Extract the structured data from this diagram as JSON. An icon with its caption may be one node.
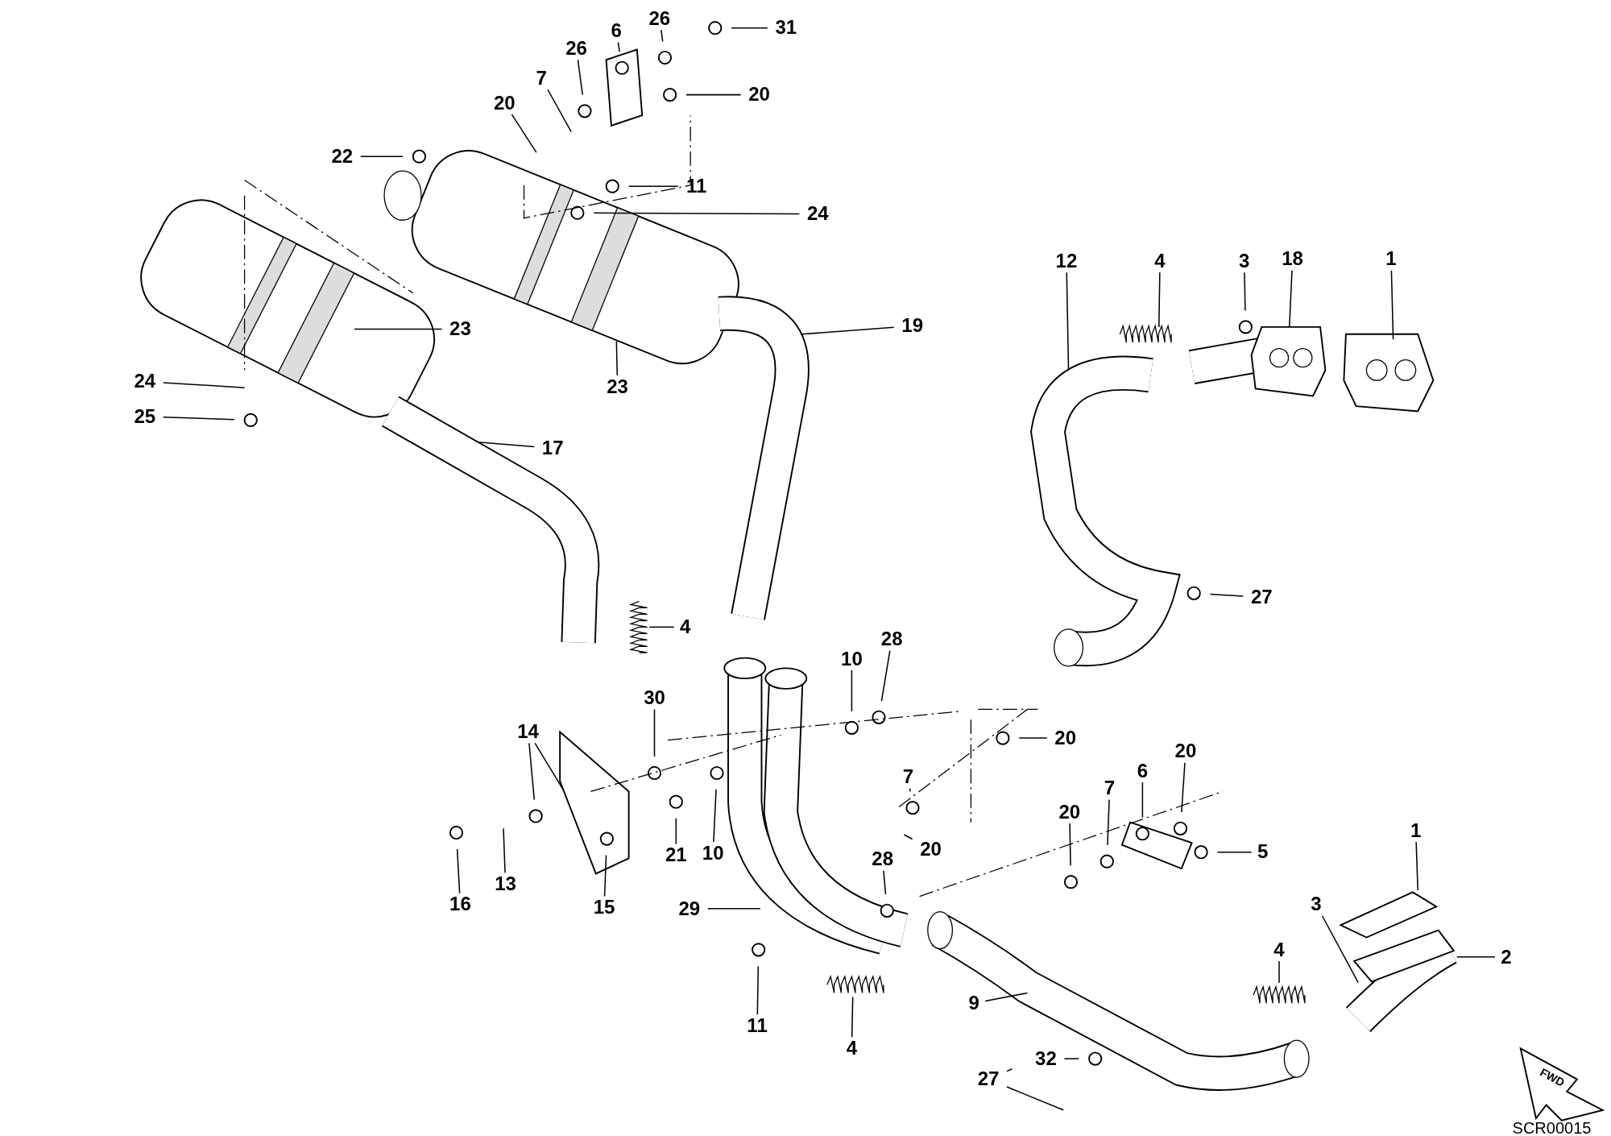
{
  "diagram": {
    "nodes": [
      {
        "text": [
          "31"
        ]
      },
      {
        "text": [
          "26"
        ]
      },
      {
        "text": [
          "6"
        ]
      },
      {
        "text": [
          "26"
        ]
      },
      {
        "text": [
          "7"
        ]
      },
      {
        "text": [
          "20"
        ]
      },
      {
        "text": [
          "20"
        ]
      },
      {
        "text": [
          "22"
        ]
      },
      {
        "text": [
          "11"
        ]
      },
      {
        "text": [
          "24"
        ]
      },
      {
        "text": [
          "23"
        ]
      },
      {
        "text": [
          "24"
        ]
      },
      {
        "text": [
          "25"
        ]
      },
      {
        "text": [
          "23"
        ]
      },
      {
        "text": [
          "19"
        ]
      },
      {
        "text": [
          "17"
        ]
      },
      {
        "text": [
          "4"
        ]
      },
      {
        "text": [
          "12"
        ]
      },
      {
        "text": [
          "4"
        ]
      },
      {
        "text": [
          "3"
        ]
      },
      {
        "text": [
          "18"
        ]
      },
      {
        "text": [
          "1"
        ]
      },
      {
        "text": [
          "27"
        ]
      },
      {
        "text": [
          "10"
        ]
      },
      {
        "text": [
          "28"
        ]
      },
      {
        "text": [
          "30"
        ]
      },
      {
        "text": [
          "14"
        ]
      },
      {
        "text": [
          "20"
        ]
      },
      {
        "text": [
          "7"
        ]
      },
      {
        "text": [
          "6"
        ]
      },
      {
        "text": [
          "20"
        ]
      },
      {
        "text": [
          "20"
        ]
      },
      {
        "text": [
          "7"
        ]
      },
      {
        "text": [
          "21"
        ]
      },
      {
        "text": [
          "10"
        ]
      },
      {
        "text": [
          "20"
        ]
      },
      {
        "text": [
          "5"
        ]
      },
      {
        "text": [
          "16"
        ]
      },
      {
        "text": [
          "13"
        ]
      },
      {
        "text": [
          "15"
        ]
      },
      {
        "text": [
          "28"
        ]
      },
      {
        "text": [
          "29"
        ]
      },
      {
        "text": [
          "1"
        ]
      },
      {
        "text": [
          "3"
        ]
      },
      {
        "text": [
          "2"
        ]
      },
      {
        "text": [
          "11"
        ]
      },
      {
        "text": [
          "4"
        ]
      },
      {
        "text": [
          "4"
        ]
      },
      {
        "text": [
          "9"
        ]
      },
      {
        "text": [
          "32"
        ]
      },
      {
        "text": [
          "27"
        ]
      }
    ],
    "edges": [
      {
        "from": 0,
        "to": null,
        "arrow": "none"
      },
      {
        "from": 1,
        "to": null,
        "arrow": "none"
      },
      {
        "from": 2,
        "to": null,
        "arrow": "none"
      },
      {
        "from": 3,
        "to": null,
        "arrow": "none"
      },
      {
        "from": 4,
        "to": null,
        "arrow": "none"
      },
      {
        "from": 5,
        "to": null,
        "arrow": "none"
      },
      {
        "from": 6,
        "to": null,
        "arrow": "none"
      },
      {
        "from": 7,
        "to": null,
        "arrow": "none"
      },
      {
        "from": 8,
        "to": null,
        "arrow": "none"
      },
      {
        "from": 9,
        "to": null,
        "arrow": "none"
      },
      {
        "from": 10,
        "to": null,
        "arrow": "none"
      },
      {
        "from": 11,
        "to": null,
        "arrow": "none"
      },
      {
        "from": 12,
        "to": null,
        "arrow": "none"
      },
      {
        "from": 13,
        "to": null,
        "arrow": "none"
      },
      {
        "from": 14,
        "to": null,
        "arrow": "none"
      },
      {
        "from": 15,
        "to": null,
        "arrow": "none"
      },
      {
        "from": 16,
        "to": null,
        "arrow": "none"
      },
      {
        "from": 17,
        "to": null,
        "arrow": "none"
      },
      {
        "from": 18,
        "to": null,
        "arrow": "none"
      },
      {
        "from": 19,
        "to": null,
        "arrow": "none"
      },
      {
        "from": 20,
        "to": null,
        "arrow": "none"
      },
      {
        "from": 21,
        "to": null,
        "arrow": "none"
      },
      {
        "from": 22,
        "to": null,
        "arrow": "none"
      },
      {
        "from": 23,
        "to": null,
        "arrow": "none"
      },
      {
        "from": 24,
        "to": null,
        "arrow": "none"
      },
      {
        "from": 25,
        "to": null,
        "arrow": "none"
      },
      {
        "from": 26,
        "to": null,
        "arrow": "none"
      },
      {
        "from": 26,
        "to": null,
        "arrow": "none"
      },
      {
        "from": 27,
        "to": null,
        "arrow": "none"
      },
      {
        "from": 28,
        "to": null,
        "arrow": "none"
      },
      {
        "from": 29,
        "to": null,
        "arrow": "none"
      },
      {
        "from": 30,
        "to": null,
        "arrow": "none"
      },
      {
        "from": 31,
        "to": null,
        "arrow": "none"
      },
      {
        "from": 32,
        "to": null,
        "arrow": "none"
      },
      {
        "from": 33,
        "to": null,
        "arrow": "none"
      },
      {
        "from": 34,
        "to": null,
        "arrow": "none"
      },
      {
        "from": 35,
        "to": null,
        "arrow": "none"
      },
      {
        "from": 36,
        "to": null,
        "arrow": "none"
      },
      {
        "from": 37,
        "to": null,
        "arrow": "none"
      },
      {
        "from": 38,
        "to": null,
        "arrow": "none"
      },
      {
        "from": 39,
        "to": null,
        "arrow": "none"
      },
      {
        "from": 40,
        "to": null,
        "arrow": "none"
      },
      {
        "from": 41,
        "to": null,
        "arrow": "none"
      },
      {
        "from": 42,
        "to": null,
        "arrow": "none"
      },
      {
        "from": 43,
        "to": null,
        "arrow": "none"
      },
      {
        "from": 44,
        "to": null,
        "arrow": "none"
      },
      {
        "from": 45,
        "to": null,
        "arrow": "none"
      },
      {
        "from": 46,
        "to": null,
        "arrow": "none"
      },
      {
        "from": 47,
        "to": null,
        "arrow": "none"
      },
      {
        "from": 48,
        "to": null,
        "arrow": "none"
      },
      {
        "from": 49,
        "to": null,
        "arrow": "none"
      },
      {
        "from": 50,
        "to": null,
        "arrow": "none"
      },
      {
        "from": 50,
        "to": null,
        "arrow": "none"
      }
    ],
    "labels": [
      "FWD",
      "SCR00015"
    ]
  }
}
